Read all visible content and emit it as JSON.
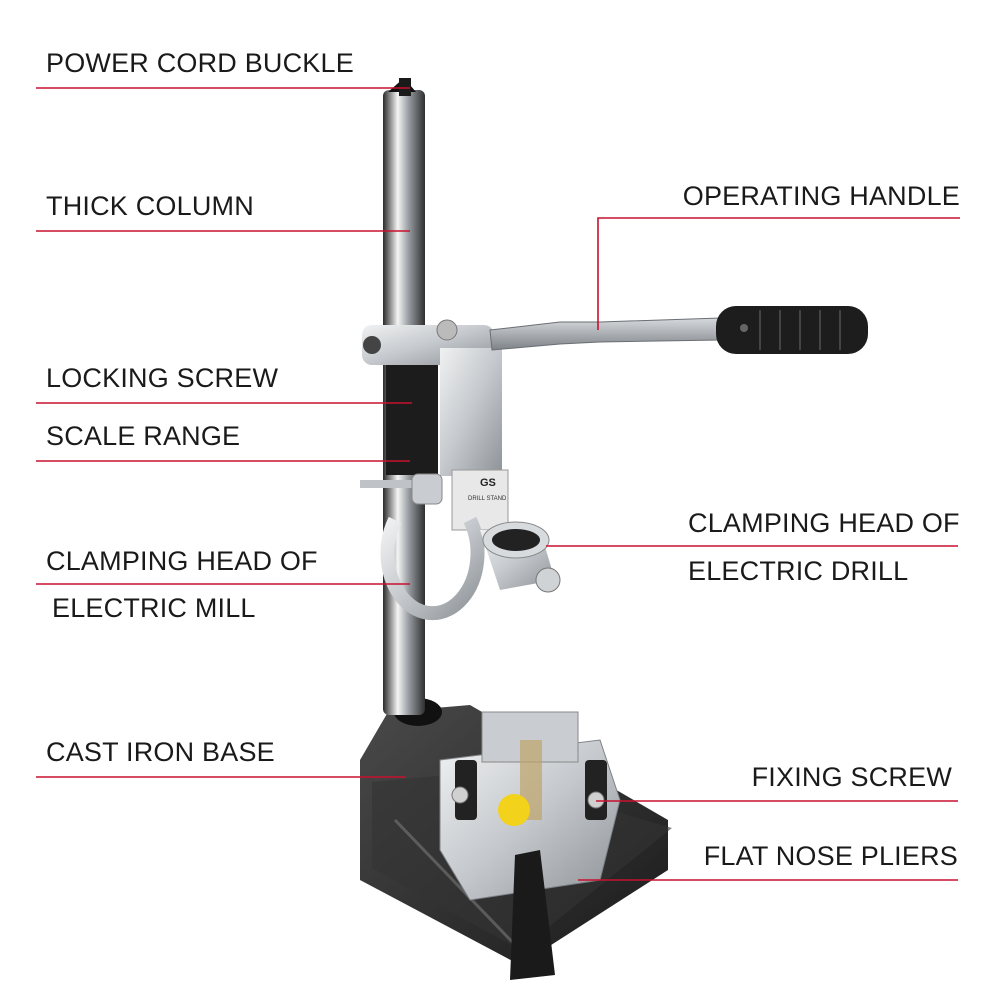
{
  "labels": {
    "power_cord_buckle": "POWER CORD BUCKLE",
    "thick_column": "THICK COLUMN",
    "locking_screw": "LOCKING SCREW",
    "scale_range": "SCALE RANGE",
    "electric_mill_line1": "CLAMPING HEAD OF",
    "electric_mill_line2": "ELECTRIC MILL",
    "cast_iron_base": "CAST IRON BASE",
    "operating_handle": "OPERATING HANDLE",
    "electric_drill_line1": "CLAMPING HEAD OF",
    "electric_drill_line2": "ELECTRIC DRILL",
    "fixing_screw": "FIXING SCREW",
    "flat_nose_pliers": "FLAT NOSE PLIERS"
  },
  "product_marks": {
    "badge": "GS",
    "plate_text": "DRILL STAND"
  },
  "colors": {
    "leader_line": "#c8102e",
    "label_text": "#1a1a1a",
    "metal_light": "#d9dcdf",
    "metal_dark": "#8a8f94",
    "black_part": "#1c1c1c",
    "knob_yellow": "#f2d21b"
  }
}
